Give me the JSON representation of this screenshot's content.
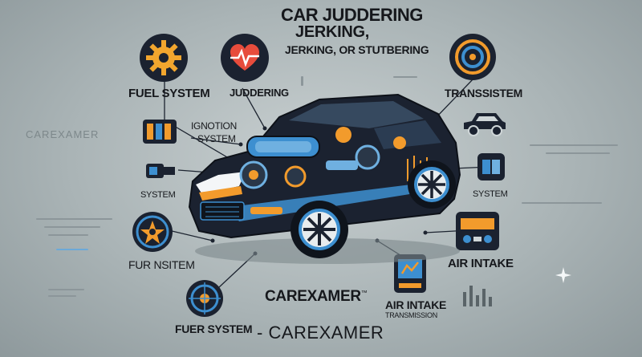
{
  "header": {
    "title": "CAR JUDDERING",
    "line2": "JERKING,",
    "line3": "JERKING, OR STUTBERING"
  },
  "labels": {
    "fuel_system": "FUEL SYSTEM",
    "juddering": "JUDDERING",
    "transsistem": "TRANSSISTEM",
    "ignotion": "IGNOTION",
    "ignotion_system": "SYSTEM",
    "system_left": "SYSTEM",
    "system_right": "SYSTEM",
    "fur_nsitem": "FUR NSITEM",
    "air_intake_right": "AIR INTAKE",
    "air_intake_bottom": "AIR INTAKE",
    "transmission_bottom": "TRANSMISSION",
    "fuer_system": "FUER SYSTEM",
    "carexamer_faint": "CAREXAMER"
  },
  "brand": {
    "name_main": "CAREXAMER",
    "tm": "™",
    "name_bottom": "CAREXAMER"
  },
  "colors": {
    "accent_orange": "#f29b2c",
    "accent_blue": "#3d8fd0",
    "dark": "#1b2230",
    "heart_red": "#e74c3c"
  },
  "icons": [
    "gear-icon",
    "heartbeat-icon",
    "target-dial-icon",
    "battery-module-icon",
    "car-side-icon",
    "wrench-clamp-icon",
    "filter-icon",
    "rim-icon",
    "radio-dashboard-icon",
    "air-intake-box-icon",
    "brake-disc-icon",
    "sparkle-icon"
  ]
}
